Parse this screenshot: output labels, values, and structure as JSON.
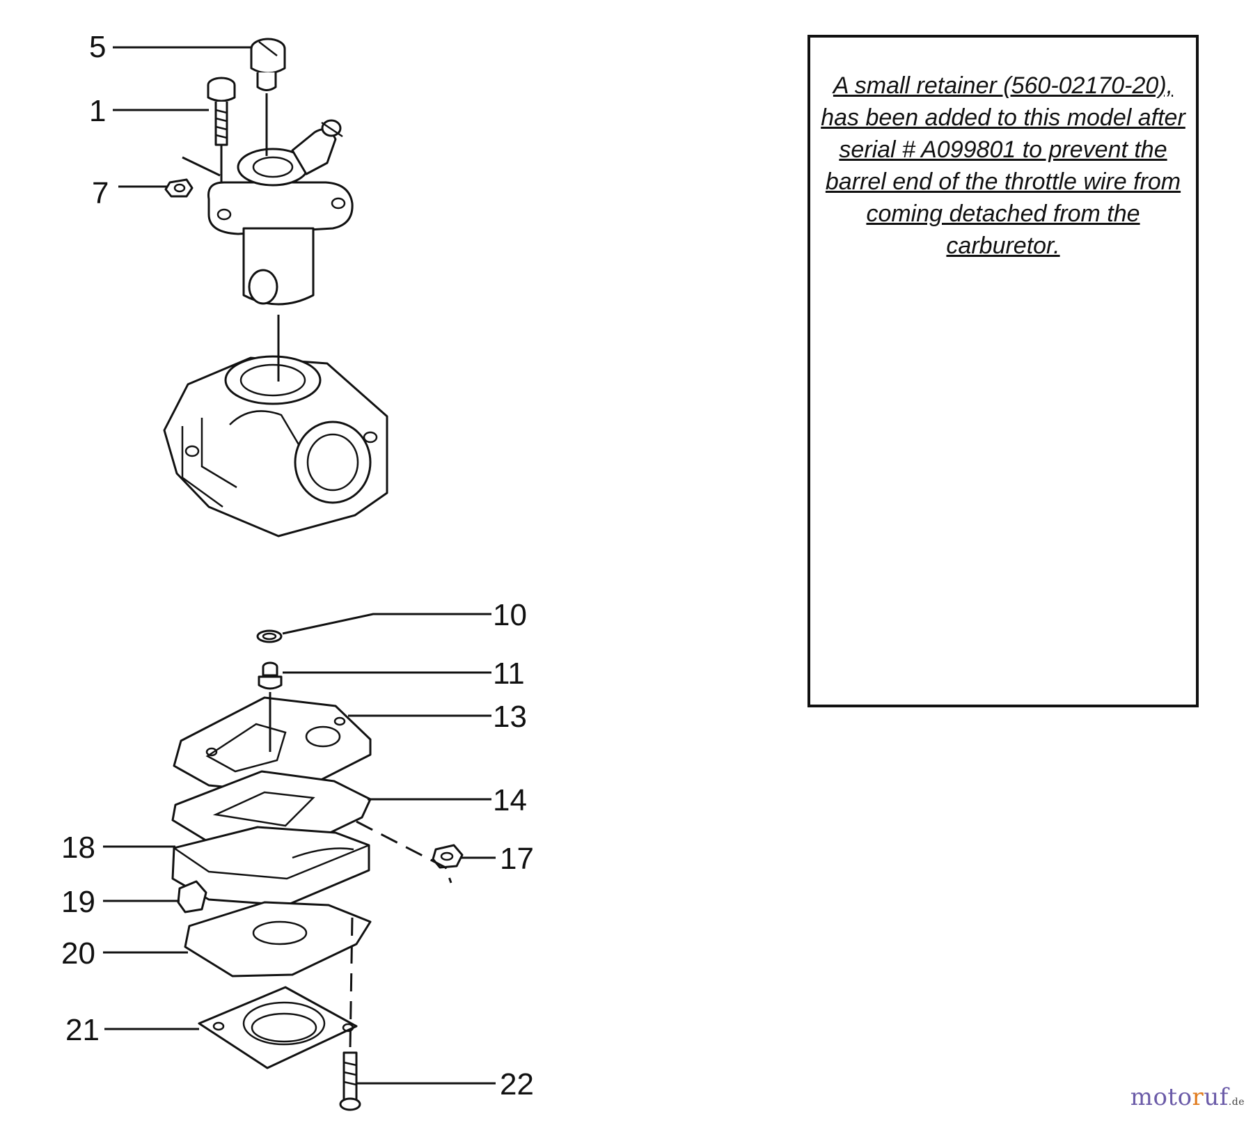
{
  "callouts": {
    "c5": "5",
    "c1": "1",
    "c7": "7",
    "c10": "10",
    "c11": "11",
    "c13": "13",
    "c14": "14",
    "c17": "17",
    "c18": "18",
    "c19": "19",
    "c20": "20",
    "c21": "21",
    "c22": "22"
  },
  "note": {
    "text": "A small retainer (560-02170-20), has been added to this model after serial # A099801 to prevent the barrel end of the throttle wire from coming detached from the carburetor."
  },
  "watermark": {
    "main_a": "moto",
    "accent": "r",
    "main_b": "uf",
    "tld": ".de"
  }
}
